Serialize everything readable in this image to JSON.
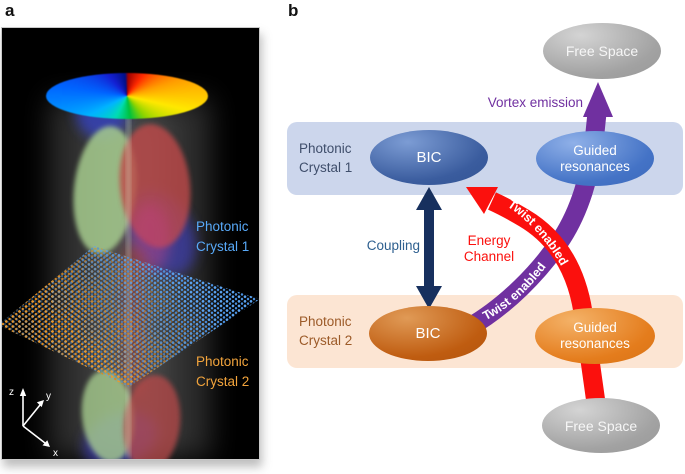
{
  "figure": {
    "panel_a_label": "a",
    "panel_b_label": "b"
  },
  "panel_a": {
    "crystal1": {
      "line1": "Photonic",
      "line2": "Crystal 1",
      "color": "#58a9f8"
    },
    "crystal2": {
      "line1": "Photonic",
      "line2": "Crystal 2",
      "color": "#f2a43c"
    },
    "axes": {
      "x": "x",
      "y": "y",
      "z": "z"
    }
  },
  "panel_b": {
    "bands": {
      "pc1": {
        "line1": "Photonic",
        "line2": "Crystal 1",
        "bg": "#ccd6ec",
        "text_color": "#3f4e6b"
      },
      "pc2": {
        "line1": "Photonic",
        "line2": "Crystal 2",
        "bg": "#fce5d3",
        "text_color": "#9c5a28"
      }
    },
    "nodes": {
      "free_space_top": {
        "label": "Free Space",
        "color": "#9e9e9e"
      },
      "free_space_bottom": {
        "label": "Free Space",
        "color": "#9e9e9e"
      },
      "bic1": {
        "label": "BIC",
        "color": "#35589a"
      },
      "bic2": {
        "label": "BIC",
        "color": "#bc5a10"
      },
      "gr1": {
        "line1": "Guided",
        "line2": "resonances",
        "color": "#4473c6"
      },
      "gr2": {
        "line1": "Guided",
        "line2": "resonances",
        "color": "#e47c1c"
      }
    },
    "labels": {
      "vortex_emission": "Vortex emission",
      "coupling": "Coupling",
      "energy_channel": {
        "line1": "Energy",
        "line2": "Channel"
      },
      "twist_enabled_red": "Twist enabled",
      "twist_enabled_purple": "Twist enabled"
    },
    "arrow_colors": {
      "purple": "#7030a0",
      "red": "#fb100d",
      "navy": "#17305e",
      "vortex_text": "#7030a0",
      "coupling_text": "#2d5f8f"
    }
  }
}
